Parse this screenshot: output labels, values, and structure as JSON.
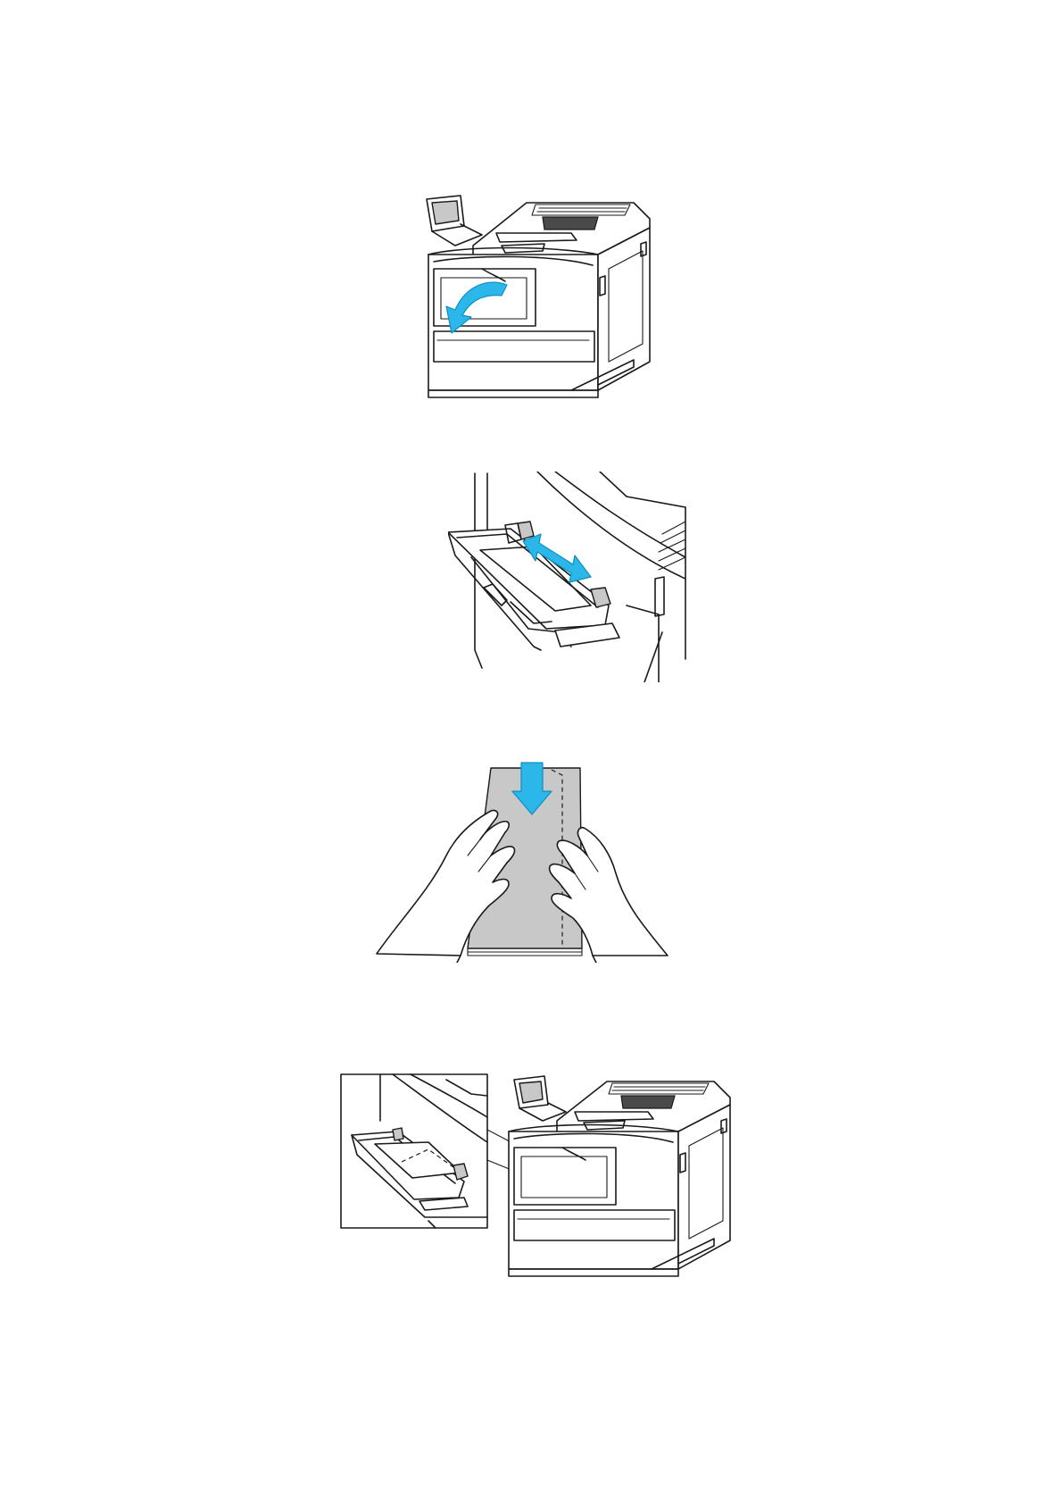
{
  "page": {
    "background": "#ffffff"
  },
  "steps": [
    {
      "illustration": "printer-bypass-tray-open-illustration",
      "arrow_color": "#2bb7ea"
    },
    {
      "illustration": "bypass-tray-guides-adjust-illustration",
      "arrow_color": "#2bb7ea"
    },
    {
      "illustration": "envelope-insert-hands-illustration",
      "arrow_color": "#2bb7ea"
    },
    {
      "illustration": "printer-with-envelope-loaded-inset-illustration"
    }
  ]
}
